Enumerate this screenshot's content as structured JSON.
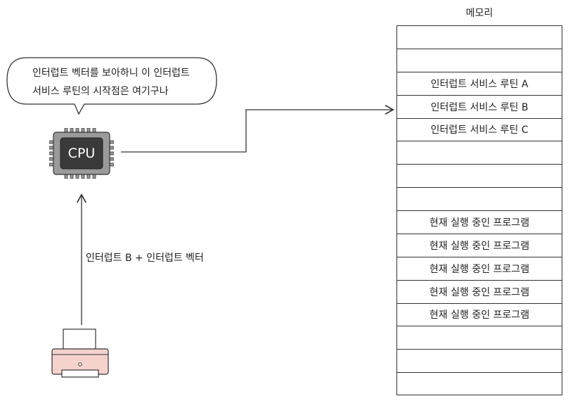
{
  "memory": {
    "title": "메모리",
    "cells": [
      "",
      "",
      "인터럽트 서비스 루틴 A",
      "인터럽트 서비스 루틴 B",
      "인터럽트 서비스 루틴 C",
      "",
      "",
      "",
      "현재 실행 중인 프로그램",
      "현재 실행 중인 프로그램",
      "현재 실행 중인 프로그램",
      "현재 실행 중인 프로그램",
      "현재 실행 중인 프로그램",
      "",
      "",
      ""
    ]
  },
  "bubble": {
    "line1": "인터럽트 벡터를 보아하니 이 인터럽트",
    "line2": "서비스 루틴의 시작점은 여기구나"
  },
  "cpu": {
    "label": "CPU"
  },
  "interrupt_label": "인터럽트 B + 인터럽트 벡터",
  "colors": {
    "line": "#333333",
    "cpu_body": "#9a9a9a",
    "cpu_core": "#3a3a3a",
    "printer_body": "#f5d2cc"
  }
}
